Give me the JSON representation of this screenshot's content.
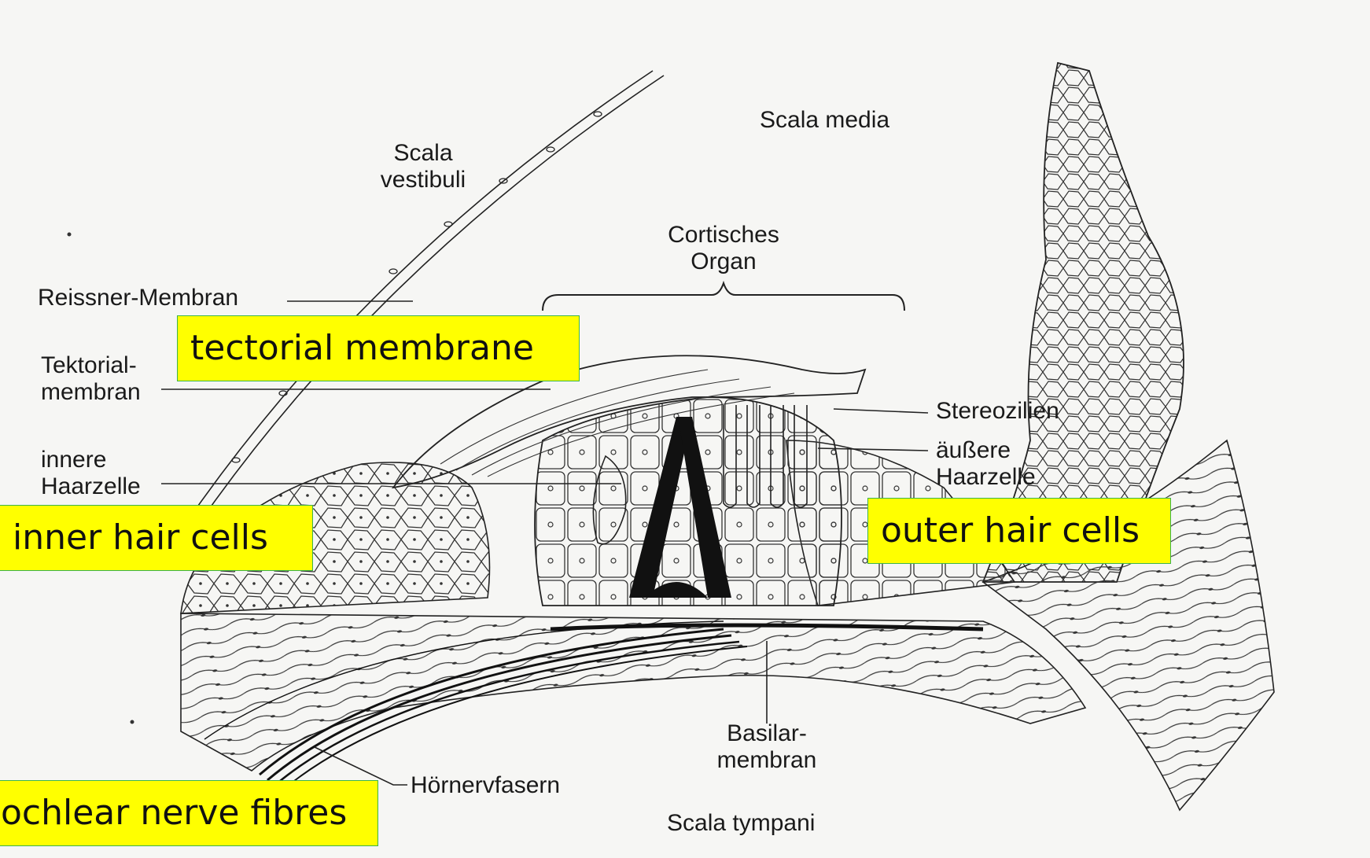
{
  "labels": {
    "scala_media": "Scala media",
    "scala_vestibuli_1": "Scala",
    "scala_vestibuli_2": "vestibuli",
    "cortisches_1": "Cortisches",
    "cortisches_2": "Organ",
    "reissner": "Reissner-Membran",
    "tektorial_1": "Tektorial-",
    "tektorial_2": "membran",
    "innere_1": "innere",
    "innere_2": "Haarzelle",
    "stereozilien": "Stereozilien",
    "aeussere_1": "äußere",
    "aeussere_2": "Haarzelle",
    "basilar_1": "Basilar-",
    "basilar_2": "membran",
    "hoernerv": "Hörnervfasern",
    "scala_tympani": "Scala tympani"
  },
  "highlights": {
    "tectorial": "tectorial membrane",
    "inner": "inner hair cells",
    "outer": "outer hair cells",
    "nerve": "ochlear nerve fibres"
  },
  "colors": {
    "highlight_fill": "#ffff00",
    "highlight_border": "#3cb44a",
    "ink": "#1a1a1a",
    "paper": "#f6f6f4"
  }
}
